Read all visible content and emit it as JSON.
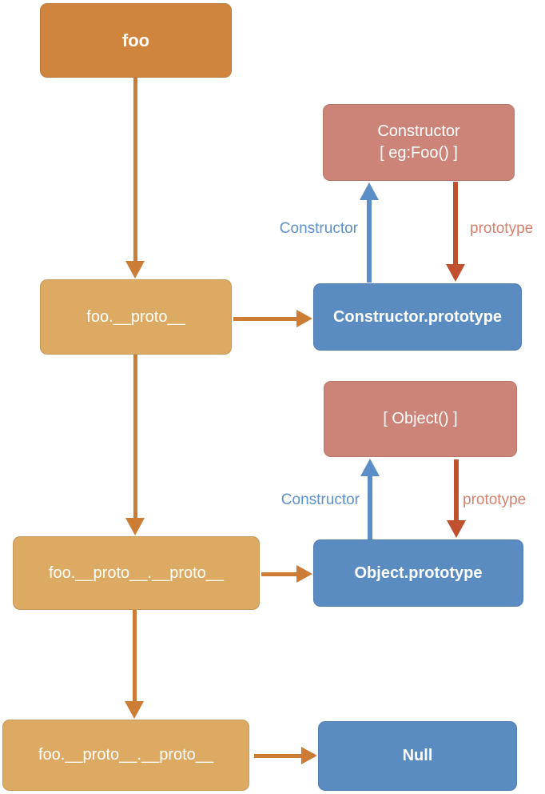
{
  "colors": {
    "canvas_bg": "#ffffff",
    "box_orange": "#d0853e",
    "box_tan": "#dcaa62",
    "box_pink": "#cc8478",
    "box_blue": "#5a8cc2",
    "arrow_orange": "#cd7c35",
    "arrow_blue": "#5b8ec6",
    "arrow_red": "#c0512f",
    "label_blue": "#5d92cc",
    "label_salmon": "#d5806e",
    "box_text": "#ffffff"
  },
  "nodes": {
    "foo": {
      "label": "foo"
    },
    "constructor_fn": {
      "line1": "Constructor",
      "line2": "[ eg:Foo() ]"
    },
    "foo_proto": {
      "label": "foo.__proto__"
    },
    "constructor_prototype": {
      "label": "Constructor.prototype"
    },
    "object_fn": {
      "label": "[ Object() ]"
    },
    "foo_proto_proto": {
      "label": "foo.__proto__.__proto__"
    },
    "object_prototype": {
      "label": "Object.prototype"
    },
    "foo_proto_proto_2": {
      "label": "foo.__proto__.__proto__"
    },
    "null_node": {
      "label": "Null"
    }
  },
  "edge_labels": {
    "constructor_upper": "Constructor",
    "prototype_upper": "prototype",
    "constructor_lower": "Constructor",
    "prototype_lower": "prototype"
  }
}
